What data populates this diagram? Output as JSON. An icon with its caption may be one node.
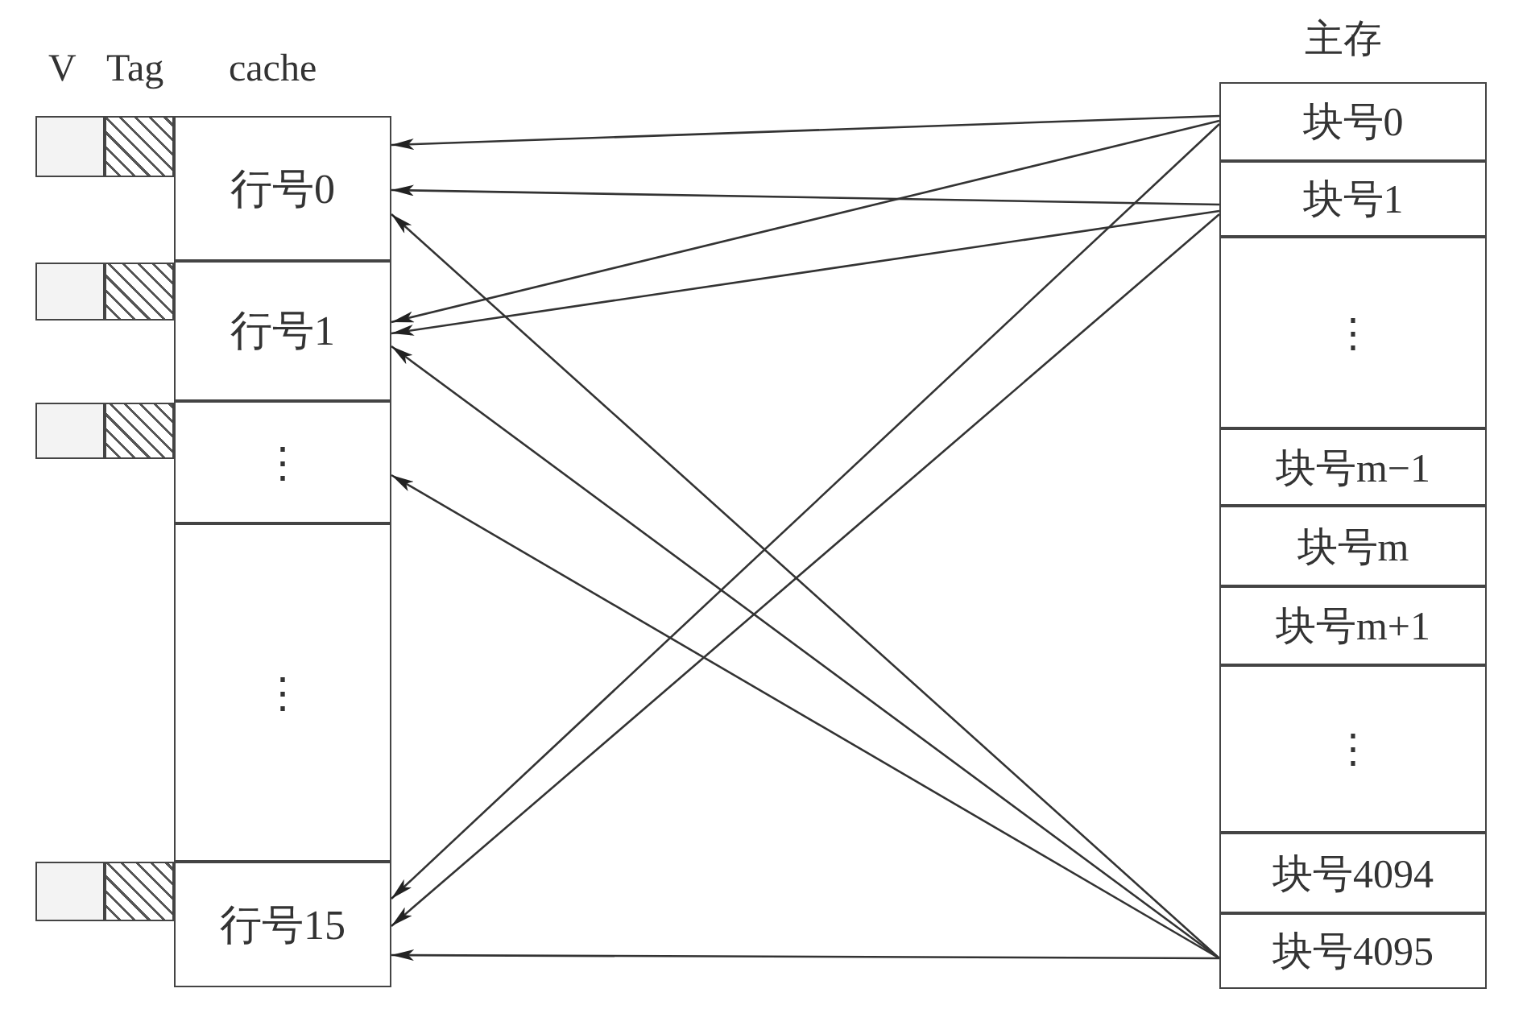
{
  "diagram": {
    "nodes": [
      {
        "text": [],
        "shape": "box"
      },
      {
        "text": [],
        "shape": "box"
      },
      {
        "text": [],
        "shape": "box"
      },
      {
        "text": [],
        "shape": "box"
      },
      {
        "text": [],
        "shape": "box"
      },
      {
        "text": [],
        "shape": "box"
      },
      {
        "text": [],
        "shape": "box"
      },
      {
        "text": [],
        "shape": "box"
      },
      {
        "text": [
          "行号0"
        ]
      },
      {
        "text": [
          "行号1"
        ]
      },
      {
        "text": [
          "⋮"
        ]
      },
      {
        "text": [
          "⋮"
        ]
      },
      {
        "text": [
          "行号15"
        ]
      },
      {
        "text": [
          "块号0"
        ]
      },
      {
        "text": [
          "块号1"
        ]
      },
      {
        "text": [
          "⋮"
        ]
      },
      {
        "text": [
          "块号m−1"
        ]
      },
      {
        "text": [
          "块号m"
        ]
      },
      {
        "text": [
          "块号m+1"
        ]
      },
      {
        "text": [
          "⋮"
        ]
      },
      {
        "text": [
          "块号4094"
        ]
      },
      {
        "text": [
          "块号4095"
        ]
      }
    ],
    "edges": [
      {
        "from": 13,
        "to": 8,
        "arrow": "to"
      },
      {
        "from": 13,
        "to": 9,
        "arrow": "to"
      },
      {
        "from": 13,
        "to": 12,
        "arrow": "to"
      },
      {
        "from": 14,
        "to": 8,
        "arrow": "to"
      },
      {
        "from": 14,
        "to": 9,
        "arrow": "to"
      },
      {
        "from": 14,
        "to": 12,
        "arrow": "to"
      },
      {
        "from": 21,
        "to": 8,
        "arrow": "to"
      },
      {
        "from": 21,
        "to": 9,
        "arrow": "to"
      },
      {
        "from": 21,
        "to": 10,
        "arrow": "to"
      },
      {
        "from": 21,
        "to": 12,
        "arrow": "to"
      }
    ],
    "labels": [
      "V",
      "Tag",
      "cache",
      "主存"
    ]
  }
}
